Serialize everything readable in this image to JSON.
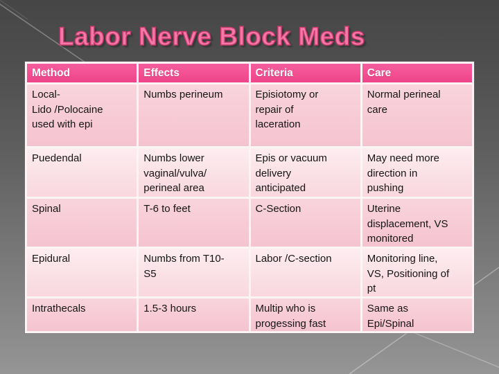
{
  "slide": {
    "title": "Labor Nerve Block Meds"
  },
  "table": {
    "headers": [
      "Method",
      "Effects",
      "Criteria",
      "Care"
    ],
    "rows": [
      {
        "cells": [
          "Local-\nLido /Polocaine\nused with epi",
          "Numbs perineum",
          "Episiotomy or\nrepair of\nlaceration",
          "Normal perineal\ncare"
        ]
      },
      {
        "cells": [
          "Puedendal",
          "Numbs lower\nvaginal/vulva/\nperineal area",
          "Epis or vacuum\ndelivery\nanticipated",
          "May need more\ndirection in\npushing"
        ]
      },
      {
        "cells": [
          "Spinal",
          "T-6 to feet",
          "C-Section",
          "Uterine\ndisplacement, VS\nmonitored"
        ]
      },
      {
        "cells": [
          "Epidural",
          "Numbs from T10-\nS5",
          "Labor /C-section",
          "Monitoring line,\nVS, Positioning of\npt"
        ]
      },
      {
        "cells": [
          "Intrathecals",
          "1.5-3 hours",
          "Multip who is\nprogessing fast",
          "Same as\nEpi/Spinal"
        ]
      }
    ]
  },
  "colors": {
    "header_bg": "#f24f92",
    "header_text": "#ffffff",
    "row_odd_bg": "#f7c9d5",
    "row_even_bg": "#fce7ec",
    "title_fill": "#f478a8",
    "title_outline": "#c93b6e",
    "background_top": "#464646",
    "background_bottom": "#959595",
    "table_border": "#fdf4f6"
  }
}
